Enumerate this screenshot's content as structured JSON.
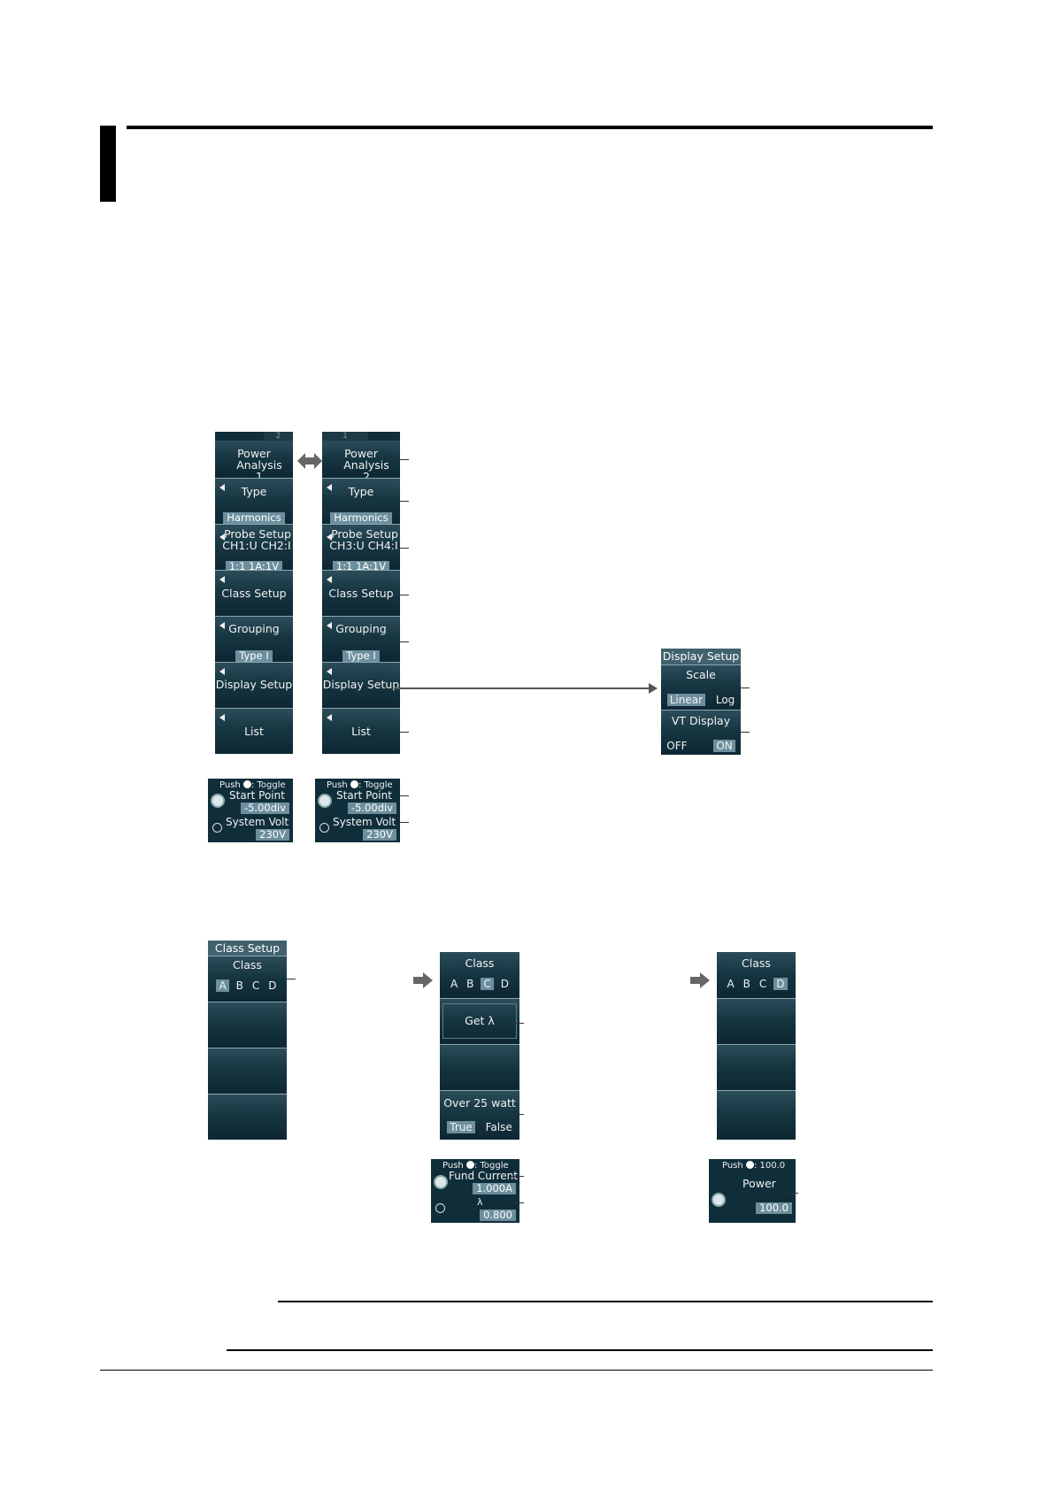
{
  "colors": {
    "panel_bg": "#0f2e3a",
    "highlight": "#6d8f9d",
    "title_bar": "#41616d"
  },
  "power_analysis_1": {
    "tabs": {
      "tab1": "",
      "tab2": "2"
    },
    "title": [
      "Power",
      "Analysis",
      "1"
    ],
    "type_label": "Type",
    "type_value": "Harmonics",
    "probe_label": "Probe Setup",
    "probe_channels": "CH1:U  CH2:I",
    "probe_value": "1:1  1A:1V",
    "class_setup": "Class Setup",
    "grouping_label": "Grouping",
    "grouping_value": "Type  I",
    "display_setup": "Display Setup",
    "list": "List"
  },
  "power_analysis_2": {
    "tabs": {
      "tab1": "1",
      "tab2": ""
    },
    "title": [
      "Power",
      "Analysis",
      "2"
    ],
    "type_label": "Type",
    "type_value": "Harmonics",
    "probe_label": "Probe Setup",
    "probe_channels": "CH3:U  CH4:I",
    "probe_value": "1:1  1A:1V",
    "class_setup": "Class Setup",
    "grouping_label": "Grouping",
    "grouping_value": "Type  I",
    "display_setup": "Display Setup",
    "list": "List"
  },
  "knob_panel_1": {
    "push_label": "Push",
    "toggle_label": ": Toggle",
    "start_point_label": "Start Point",
    "start_point_value": "-5.00div",
    "system_volt_label": "System Volt",
    "system_volt_value": "230V"
  },
  "knob_panel_2": {
    "push_label": "Push",
    "toggle_label": ": Toggle",
    "start_point_label": "Start Point",
    "start_point_value": "-5.00div",
    "system_volt_label": "System Volt",
    "system_volt_value": "230V"
  },
  "display_setup_menu": {
    "title": "Display Setup",
    "scale_label": "Scale",
    "scale_options": [
      "Linear",
      "Log"
    ],
    "scale_selected": "Linear",
    "vt_label": "VT Display",
    "vt_options": [
      "OFF",
      "ON"
    ],
    "vt_selected": "ON"
  },
  "class_setup_menu": {
    "title": "Class Setup",
    "class_label": "Class",
    "classes": [
      "A",
      "B",
      "C",
      "D"
    ],
    "selected": "A"
  },
  "class_c_menu": {
    "class_label": "Class",
    "classes": [
      "A",
      "B",
      "C",
      "D"
    ],
    "selected": "C",
    "get_lambda": "Get λ",
    "over_label": "Over 25 watt",
    "over_options": [
      "True",
      "False"
    ],
    "over_selected": "True"
  },
  "class_c_knob": {
    "push_label": "Push",
    "toggle_label": ": Toggle",
    "fund_current_label": "Fund Current",
    "fund_current_value": "1.000A",
    "lambda_label": "λ",
    "lambda_value": "0.800"
  },
  "class_d_menu": {
    "class_label": "Class",
    "classes": [
      "A",
      "B",
      "C",
      "D"
    ],
    "selected": "D"
  },
  "class_d_knob": {
    "push_label": "Push",
    "push_suffix": ": 100.0",
    "power_label": "Power",
    "power_value": "100.0"
  }
}
